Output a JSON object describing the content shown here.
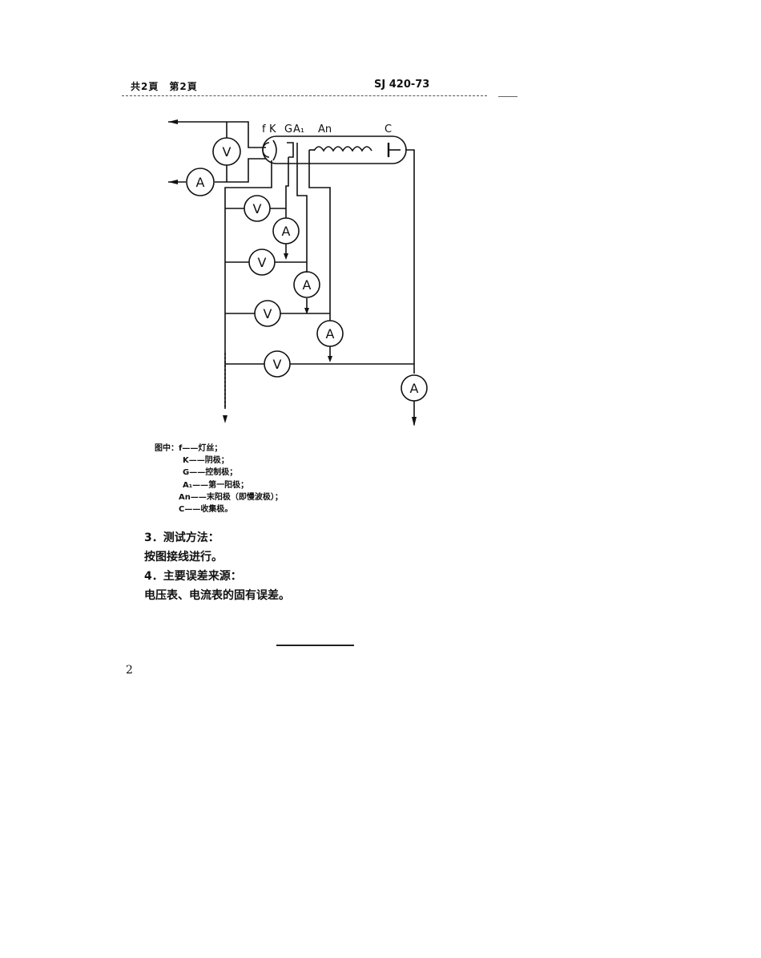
{
  "header": {
    "page_info": "共2頁　第2頁",
    "standard_code": "SJ 420-73"
  },
  "diagram": {
    "electrode_labels": {
      "f": "f",
      "K": "K",
      "G": "G",
      "A1": "A₁",
      "An": "An",
      "C": "C"
    },
    "voltmeter_symbol": "V",
    "ammeter_symbol": "A"
  },
  "legend": {
    "prefix": "图中：",
    "items": [
      {
        "symbol": "f",
        "desc": "——灯丝；"
      },
      {
        "symbol": "K",
        "desc": "——阴极；"
      },
      {
        "symbol": "G",
        "desc": "——控制极；"
      },
      {
        "symbol": "A₁",
        "desc": "——第一阳极；"
      },
      {
        "symbol": "An",
        "desc": "——末阳极（即慢波极）；"
      },
      {
        "symbol": "C",
        "desc": "——收集极。"
      }
    ]
  },
  "sections": [
    {
      "heading": "3．测试方法：",
      "text": "按图接线进行。"
    },
    {
      "heading": "4．主要误差来源：",
      "text": "电压表、电流表的固有误差。"
    }
  ],
  "footer": {
    "page_number": "2"
  }
}
